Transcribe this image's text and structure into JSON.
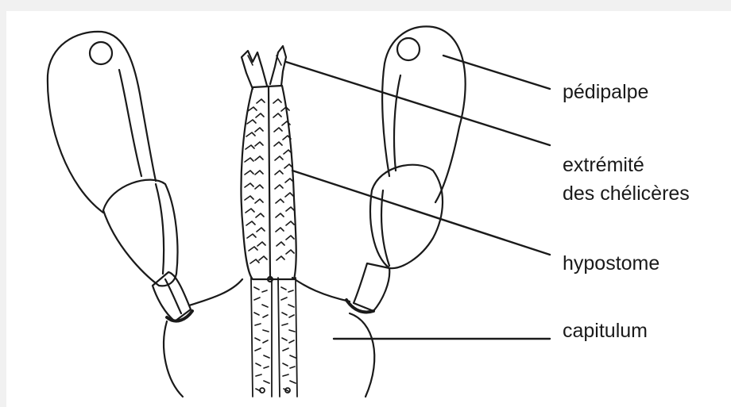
{
  "labels": {
    "pedipalpe": "pédipalpe",
    "cheliceres_line1": "extrémité",
    "cheliceres_line2": "des chélicères",
    "hypostome": "hypostome",
    "capitulum": "capitulum"
  },
  "colors": {
    "background": "#ffffff",
    "page": "#f1f1f1",
    "ink": "#1a1a1a"
  }
}
